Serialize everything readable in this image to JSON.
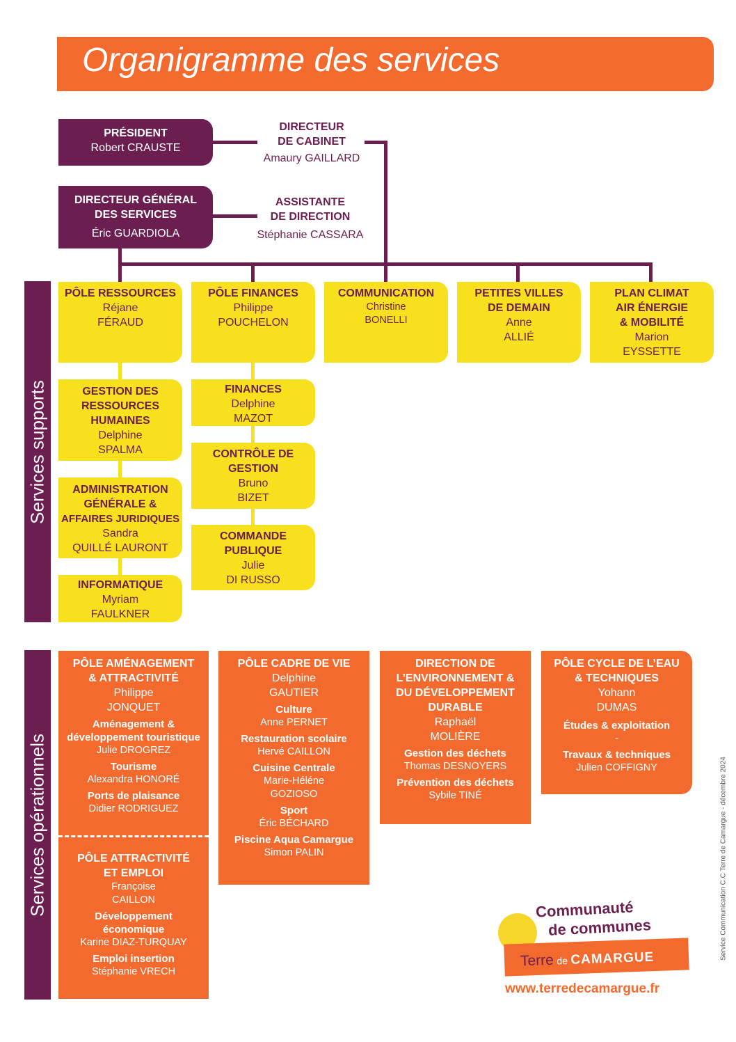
{
  "title": "Organigramme des services",
  "president": {
    "title": "PRÉSIDENT",
    "name": "Robert CRAUSTE"
  },
  "directeur_cabinet": {
    "title_line1": "DIRECTEUR",
    "title_line2": "DE CABINET",
    "name": "Amaury GAILLARD"
  },
  "dgs": {
    "title_line1": "DIRECTEUR GÉNÉRAL",
    "title_line2": "DES SERVICES",
    "name": "Éric GUARDIOLA"
  },
  "assistante": {
    "title_line1": "ASSISTANTE",
    "title_line2": "DE DIRECTION",
    "name": "Stéphanie CASSARA"
  },
  "side_labels": {
    "supports": "Services supports",
    "operationnels": "Services opérationnels"
  },
  "supports": {
    "pole_ressources": {
      "title": "PÔLE RESSOURCES",
      "name_line1": "Réjane",
      "name_line2": "FÉRAUD"
    },
    "pole_finances": {
      "title": "PÔLE FINANCES",
      "name_line1": "Philippe",
      "name_line2": "POUCHELON"
    },
    "communication": {
      "title": "COMMUNICATION",
      "name_line1": "Christine",
      "name_line2": "BONELLI"
    },
    "petites_villes": {
      "title_line1": "PETITES VILLES",
      "title_line2": "DE DEMAIN",
      "name_line1": "Anne",
      "name_line2": "ALLIÉ"
    },
    "plan_climat": {
      "title_line1": "PLAN CLIMAT",
      "title_line2": "AIR ÉNERGIE",
      "title_line3": "& MOBILITÉ",
      "name_line1": "Marion",
      "name_line2": "EYSSETTE"
    },
    "grh": {
      "title_line1": "GESTION DES",
      "title_line2": "RESSOURCES",
      "title_line3": "HUMAINES",
      "name_line1": "Delphine",
      "name_line2": "SPALMA"
    },
    "admin": {
      "title_line1": "ADMINISTRATION",
      "title_line2": "GÉNÉRALE &",
      "title_line3": "AFFAIRES JURIDIQUES",
      "name_line1": "Sandra",
      "name_line2": "QUILLÉ LAURONT"
    },
    "informatique": {
      "title": "INFORMATIQUE",
      "name_line1": "Myriam",
      "name_line2": "FAULKNER"
    },
    "finances": {
      "title": "FINANCES",
      "name_line1": "Delphine",
      "name_line2": "MAZOT"
    },
    "controle": {
      "title_line1": "CONTRÔLE DE",
      "title_line2": "GESTION",
      "name_line1": "Bruno",
      "name_line2": "BIZET"
    },
    "commande": {
      "title_line1": "COMMANDE",
      "title_line2": "PUBLIQUE",
      "name_line1": "Julie",
      "name_line2": "DI RUSSO"
    }
  },
  "operationnels": {
    "amenagement": {
      "title_line1": "PÔLE AMÉNAGEMENT",
      "title_line2": "& ATTRACTIVITÉ",
      "name_line1": "Philippe",
      "name_line2": "JONQUET",
      "subs": [
        {
          "title_line1": "Aménagement &",
          "title_line2": "développement touristique",
          "name": "Julie DROGREZ"
        },
        {
          "title_line1": "Tourisme",
          "title_line2": "",
          "name": "Alexandra HONORÉ"
        },
        {
          "title_line1": "Ports de plaisance",
          "title_line2": "",
          "name": "Didier RODRIGUEZ"
        }
      ]
    },
    "attractivite_emploi": {
      "title_line1": "PÔLE ATTRACTIVITÉ",
      "title_line2": "ET EMPLOI",
      "name_line1": "Françoise",
      "name_line2": "CAILLON",
      "subs": [
        {
          "title_line1": "Développement",
          "title_line2": "économique",
          "name": "Karine DIAZ-TURQUAY"
        },
        {
          "title_line1": "Emploi insertion",
          "title_line2": "",
          "name": "Stéphanie VRECH"
        }
      ]
    },
    "cadre_de_vie": {
      "title": "PÔLE CADRE DE VIE",
      "name_line1": "Delphine",
      "name_line2": "GAUTIER",
      "subs": [
        {
          "title": "Culture",
          "name_line1": "Anne PERNET",
          "name_line2": ""
        },
        {
          "title": "Restauration scolaire",
          "name_line1": "Hervé CAILLON",
          "name_line2": ""
        },
        {
          "title": "Cuisine Centrale",
          "name_line1": "Marie-Héléne",
          "name_line2": "GOZIOSO"
        },
        {
          "title": "Sport",
          "name_line1": "Éric BÉCHARD",
          "name_line2": ""
        },
        {
          "title": "Piscine Aqua Camargue",
          "name_line1": "Simon PALIN",
          "name_line2": ""
        }
      ]
    },
    "environnement": {
      "title_line1": "DIRECTION DE",
      "title_line2": "L’ENVIRONNEMENT &",
      "title_line3": "DU DÉVELOPPEMENT",
      "title_line4": "DURABLE",
      "name_line1": "Raphaël",
      "name_line2": "MOLIÈRE",
      "subs": [
        {
          "title": "Gestion des déchets",
          "name": "Thomas DESNOYERS"
        },
        {
          "title": "Prévention des déchets",
          "name": "Sybile TINÉ"
        }
      ]
    },
    "cycle_eau": {
      "title_line1": "PÔLE CYCLE DE L’EAU",
      "title_line2": "& TECHNIQUES",
      "name_line1": "Yohann",
      "name_line2": "DUMAS",
      "sub1_title": "Études & exploitation",
      "sub1_name": "-",
      "sub2_title": "Travaux & techniques",
      "sub2_name": "Julien COFFIGNY"
    }
  },
  "logo": {
    "line1": "Communauté",
    "line2": "de communes",
    "terre": "Terre",
    "de": "de",
    "camargue": "CAMARGUE",
    "url": "www.terredecamargue.fr"
  },
  "credit": "Service Communication C.C Terre de Camargue - décembre 2024",
  "colors": {
    "purple": "#6b1e4f",
    "orange": "#f26a2e",
    "yellow": "#f7e01d"
  }
}
